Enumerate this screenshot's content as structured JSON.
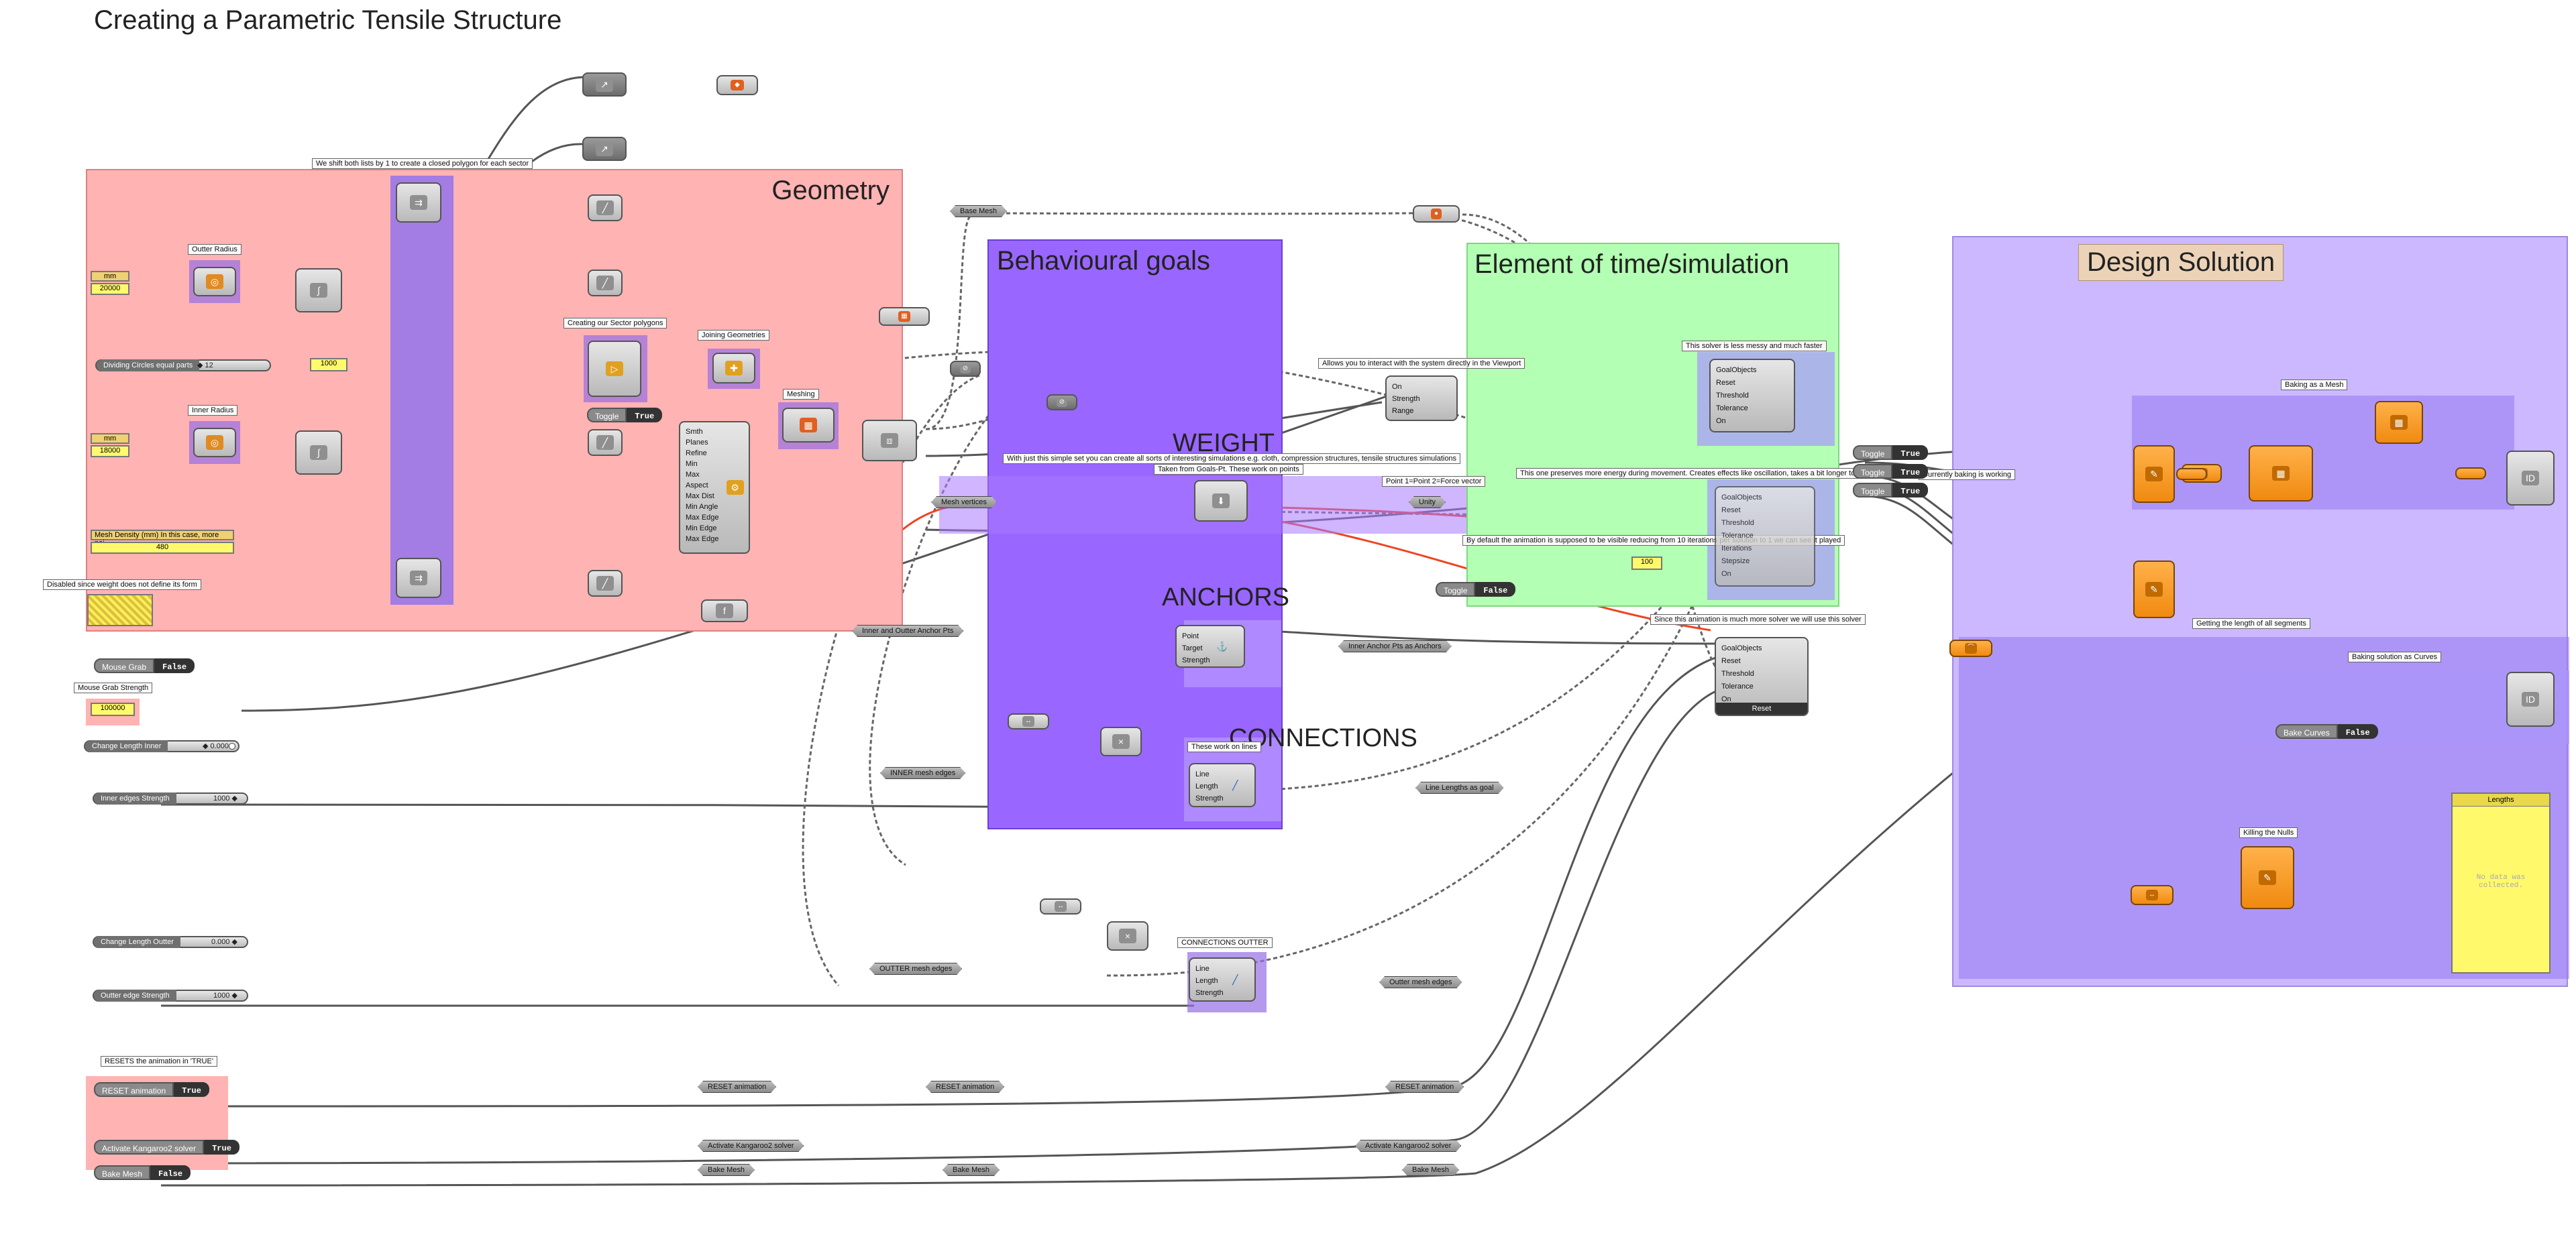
{
  "page_title": "Creating a Parametric Tensile Structure",
  "groups": {
    "geometry": "Geometry",
    "behavioural": "Behavioural goals",
    "time": "Element of time/simulation",
    "design": "Design Solution",
    "weight": "WEIGHT",
    "anchors": "ANCHORS",
    "connections": "CONNECTIONS"
  },
  "notes": {
    "shift": "We shift both lists by 1 to create a closed polygon for each sector",
    "outter_radius": "Outter Radius",
    "inner_radius": "Inner Radius",
    "sector": "Creating our Sector polygons",
    "joining": "Joining Geometries",
    "meshing": "Meshing",
    "disabled_weight": "Disabled since weight does not define its form",
    "mouse_grab_strength": "Mouse Grab Strength",
    "interact": "Allows you to interact with the system directly in the Viewport",
    "simple_set": "With just this simple set you can create all sorts of interesting simulations e.g. cloth, compression structures, tensile structures simulations",
    "taken_from": "Taken from Goals-Pt. These work on points",
    "point_force": "Point 1=Point 2=Force vector",
    "less_messy": "This solver is less messy and much faster",
    "preserves": "This one preserves more energy during movement. Creates effects like oscillation, takes a bit longer to settle",
    "default_anim": "By default the animation is supposed to be visible reducing from 10 iterations per solution to 1 we can see it played",
    "much_more": "Since this animation is much more solver we will use this solver",
    "these_work": "These work on lines",
    "conn_outter": "CONNECTIONS OUTTER",
    "resets": "RESETS the animation in 'TRUE'",
    "baking_mesh": "Baking as a Mesh",
    "getting_length": "Getting the length of all segments",
    "baking_curves": "Baking solution as Curves",
    "killing_nulls": "Killing the Nulls",
    "working": "Currently baking is working"
  },
  "inputs": {
    "mm1": "mm",
    "mm1_value": "20000",
    "mm2": "mm",
    "mm2_value": "18000",
    "dividing_label": "Dividing Circles equal parts",
    "dividing_value": "◆ 12",
    "mesh_density_label": "Mesh Density (mm) In this case, more poi...",
    "mesh_density_value": "480",
    "panel_1000": "1000",
    "mouse_grab_label": "Mouse Grab",
    "mouse_grab_value": "False",
    "mouse_strength_value": "100000",
    "change_inner_label": "Change Length Inner",
    "change_inner_value": "◆ 0.000",
    "inner_strength_label": "Inner edges Strength",
    "inner_strength_value": "1000 ◆",
    "change_outter_label": "Change Length Outter",
    "change_outter_value": "0.000 ◆",
    "outter_strength_label": "Outter edge Strength",
    "outter_strength_value": "1000 ◆",
    "reset_label": "RESET animation",
    "reset_value": "True",
    "activate_label": "Activate Kangaroo2 solver",
    "activate_value": "True",
    "bake_label": "Bake Mesh",
    "bake_value": "False",
    "toggle_label": "Toggle",
    "toggle_true": "True",
    "toggle_false": "False",
    "panel_100": "100",
    "bake_curves_label": "Bake Curves",
    "bake_curves_value": "False"
  },
  "relays": {
    "base_mesh_top": "Base Mesh",
    "inner_outter_anchor": "Inner and Outter Anchor Pts",
    "inner_anchor_pts": "Inner Anchor Pts as Anchors",
    "inner_mesh_edges": "INNER mesh edges",
    "outter_mesh_edges": "OUTTER mesh edges",
    "line_lengths_goal": "Line Lengths as goal",
    "outter_mesh_edges_2": "Outter mesh edges",
    "mesh_vertices": "Mesh vertices",
    "unity": "Unity",
    "reset_1": "RESET animation",
    "reset_2": "RESET animation",
    "reset_3": "RESET animation",
    "activate_1": "Activate Kangaroo2 solver",
    "activate_2": "Activate Kangaroo2 solver",
    "bake_1": "Bake Mesh",
    "bake_2": "Bake Mesh",
    "bake_3": "Bake Mesh"
  },
  "components": {
    "mesher_inputs": [
      "Smth",
      "Planes",
      "Refine",
      "Min",
      "Max",
      "Aspect",
      "Max Dist",
      "Min Angle",
      "Max Edge",
      "Min Edge",
      "Max Edge"
    ],
    "grab_inputs": [
      "On",
      "Strength",
      "Range"
    ],
    "solver_inputs": [
      "GoalObjects",
      "Reset",
      "Threshold",
      "Tolerance",
      "On"
    ],
    "solver_inputs_b": [
      "GoalObjects",
      "Reset",
      "Threshold",
      "Tolerance",
      "Iterations",
      "Stepsize",
      "On"
    ],
    "anchor_inputs": [
      "Point",
      "Target",
      "Strength"
    ],
    "length_inputs": [
      "Line",
      "Length",
      "Strength"
    ],
    "solver_reset_btn": "Reset",
    "lengths_panel_title": "Lengths",
    "lengths_panel_body": "No data was collected."
  },
  "colors": {
    "geometry_bg": "#ffb3b3",
    "behaviour_bg": "#9966ff",
    "time_bg": "#b3ffb3",
    "design_bg": "#cbb8ff",
    "design_title_bg": "#ecd3b8",
    "wire_red": "#ee4422"
  }
}
